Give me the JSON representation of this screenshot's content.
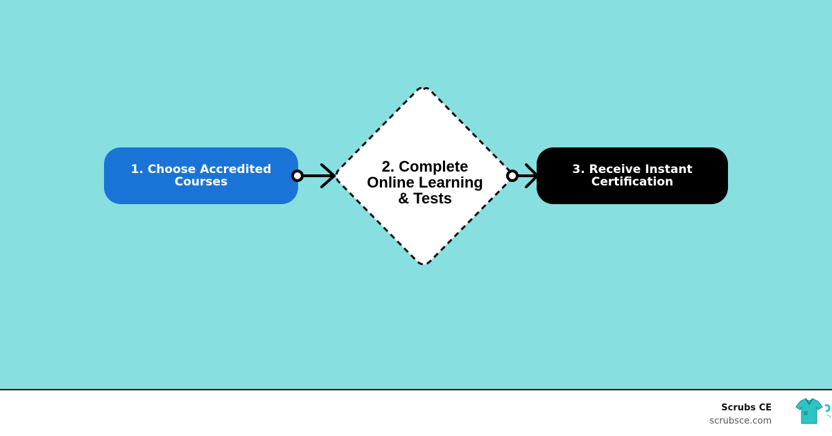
{
  "diagram": {
    "steps": [
      {
        "id": "step1",
        "label": "1. Choose Accredited\nCourses",
        "shape": "rounded-rectangle",
        "fill": "#1a74d8"
      },
      {
        "id": "step2",
        "label": "2. Complete\nOnline Learning\n& Tests",
        "shape": "diamond",
        "fill": "#ffffff",
        "border": "dashed"
      },
      {
        "id": "step3",
        "label": "3. Receive Instant\nCertification",
        "shape": "rounded-rectangle",
        "fill": "#000000"
      }
    ],
    "connections": [
      {
        "from": "step1",
        "to": "step2",
        "style": "circle-start arrow-end"
      },
      {
        "from": "step2",
        "to": "step3",
        "style": "circle-start arrow-end"
      }
    ]
  },
  "colors": {
    "background": "#87e0df",
    "footer": "#ffffff",
    "step1": "#1a74d8",
    "step3": "#000000",
    "logo_accent": "#2ec4c4"
  },
  "footer": {
    "brand_name": "Scrubs CE",
    "brand_url": "scrubsce.com",
    "logo_icon": "scrubs-shirt-icon"
  }
}
